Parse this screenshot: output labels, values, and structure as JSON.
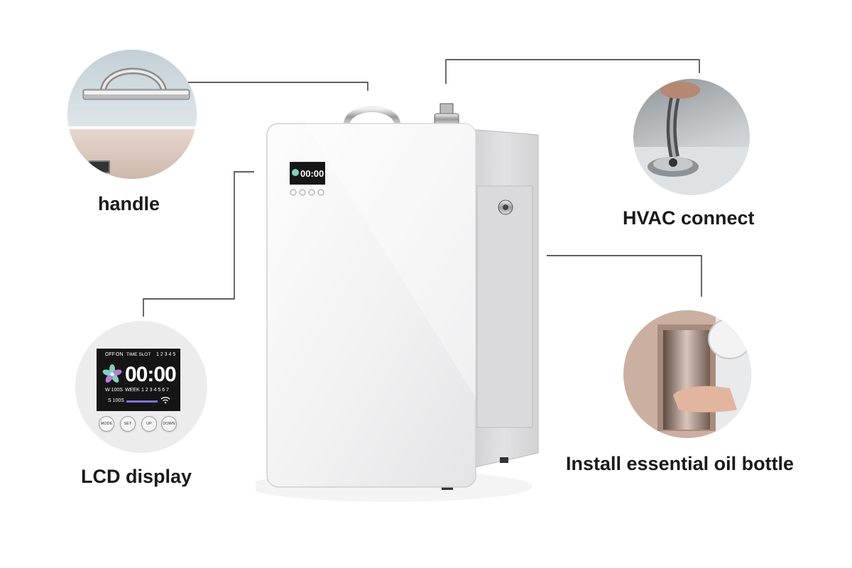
{
  "callouts": {
    "handle": "handle",
    "hvac": "HVAC connect",
    "lcd": "LCD display",
    "bottle": "Install essential oil bottle"
  },
  "lcd": {
    "off_label": "OFF",
    "on_label": "ON",
    "timeslot_label": "TIME SLOT",
    "slots": "1 2 3 4 5",
    "time": "00:00",
    "work_label": "W 100S",
    "week_label": "WEEK",
    "week_days": "1 2 3 4 5 6 7",
    "stop_label": "S 100S"
  },
  "buttons": {
    "mode": "MODE",
    "set": "SET",
    "up": "UP",
    "down": "DOWN"
  },
  "colors": {
    "panel": "#f3f3f5",
    "lcd_background": "#151515",
    "fan_accent": "#7fd0c0",
    "leader_line": "#222222"
  },
  "icons": [
    "fan-icon",
    "wifi-icon",
    "handle-icon",
    "connector-icon",
    "lock-icon"
  ]
}
